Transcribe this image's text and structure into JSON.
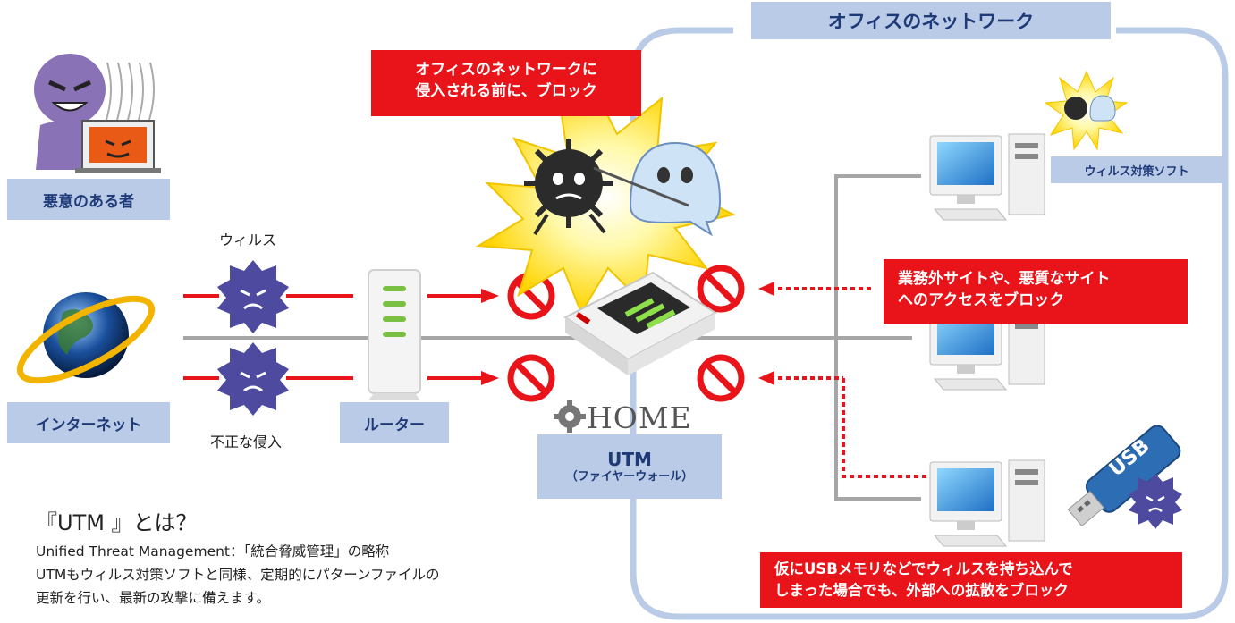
{
  "office": {
    "title": "オフィスのネットワーク"
  },
  "attacker": {
    "label": "悪意のある者"
  },
  "internet": {
    "label": "インターネット"
  },
  "router": {
    "label": "ルーター"
  },
  "threats": {
    "virus": "ウィルス",
    "intrusion": "不正な侵入"
  },
  "utm": {
    "brand": "HOME",
    "title": "UTM",
    "subtitle": "（ファイヤーウォール）"
  },
  "callouts": {
    "block_before": [
      "オフィスのネットワークに",
      "侵入される前に、ブロック"
    ],
    "site_block": [
      "業務外サイトや、悪質なサイト",
      "へのアクセスをブロック"
    ],
    "usb_block": [
      "仮にUSBメモリなどでウィルスを持ち込んで",
      "しまった場合でも、外部への拡散をブロック"
    ]
  },
  "pc": {
    "antivirus_label": "ウィルス対策ソフト"
  },
  "usb": {
    "text": "USB"
  },
  "explain": {
    "heading": "『UTM 』とは？",
    "line1": "Unified Threat Management：「統合脅威管理」の略称",
    "line2": "UTMもウィルス対策ソフトと同様、定期的にパターンファイルの",
    "line3": "更新を行い、最新の攻撃に備えます。"
  },
  "colors": {
    "accent_red": "#e8141a",
    "label_blue": "#b9cbe6",
    "label_text": "#1f3a78",
    "line_gray": "#a6a6a6"
  }
}
